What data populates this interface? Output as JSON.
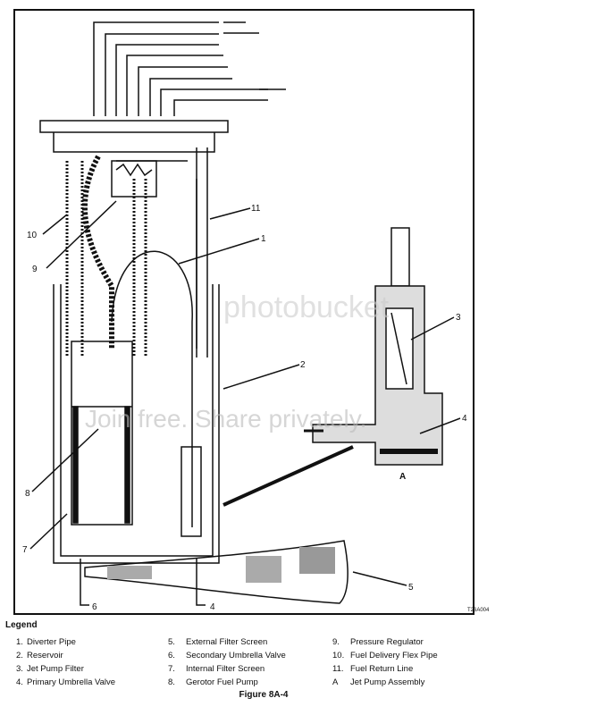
{
  "figure": {
    "code": "T26A004",
    "caption": "Figure 8A-4",
    "callouts": [
      "10",
      "9",
      "11",
      "1",
      "2",
      "3",
      "4",
      "A",
      "8",
      "7",
      "6",
      "4",
      "5"
    ],
    "watermark": [
      "photobucket",
      "Join free. Share privately."
    ]
  },
  "legend": {
    "title": "Legend",
    "columns": [
      [
        {
          "n": "1.",
          "t": "Diverter Pipe"
        },
        {
          "n": "2.",
          "t": "Reservoir"
        },
        {
          "n": "3.",
          "t": "Jet Pump Filter"
        },
        {
          "n": "4.",
          "t": "Primary Umbrella Valve"
        }
      ],
      [
        {
          "n": "5.",
          "t": "External Filter Screen"
        },
        {
          "n": "6.",
          "t": "Secondary Umbrella Valve"
        },
        {
          "n": "7.",
          "t": "Internal Filter Screen"
        },
        {
          "n": "8.",
          "t": "Gerotor Fuel Pump"
        }
      ],
      [
        {
          "n": "9.",
          "t": "Pressure Regulator"
        },
        {
          "n": "10.",
          "t": "Fuel Delivery Flex Pipe"
        },
        {
          "n": "11.",
          "t": "Fuel Return Line"
        },
        {
          "n": "A",
          "t": "Jet Pump Assembly"
        }
      ]
    ]
  }
}
